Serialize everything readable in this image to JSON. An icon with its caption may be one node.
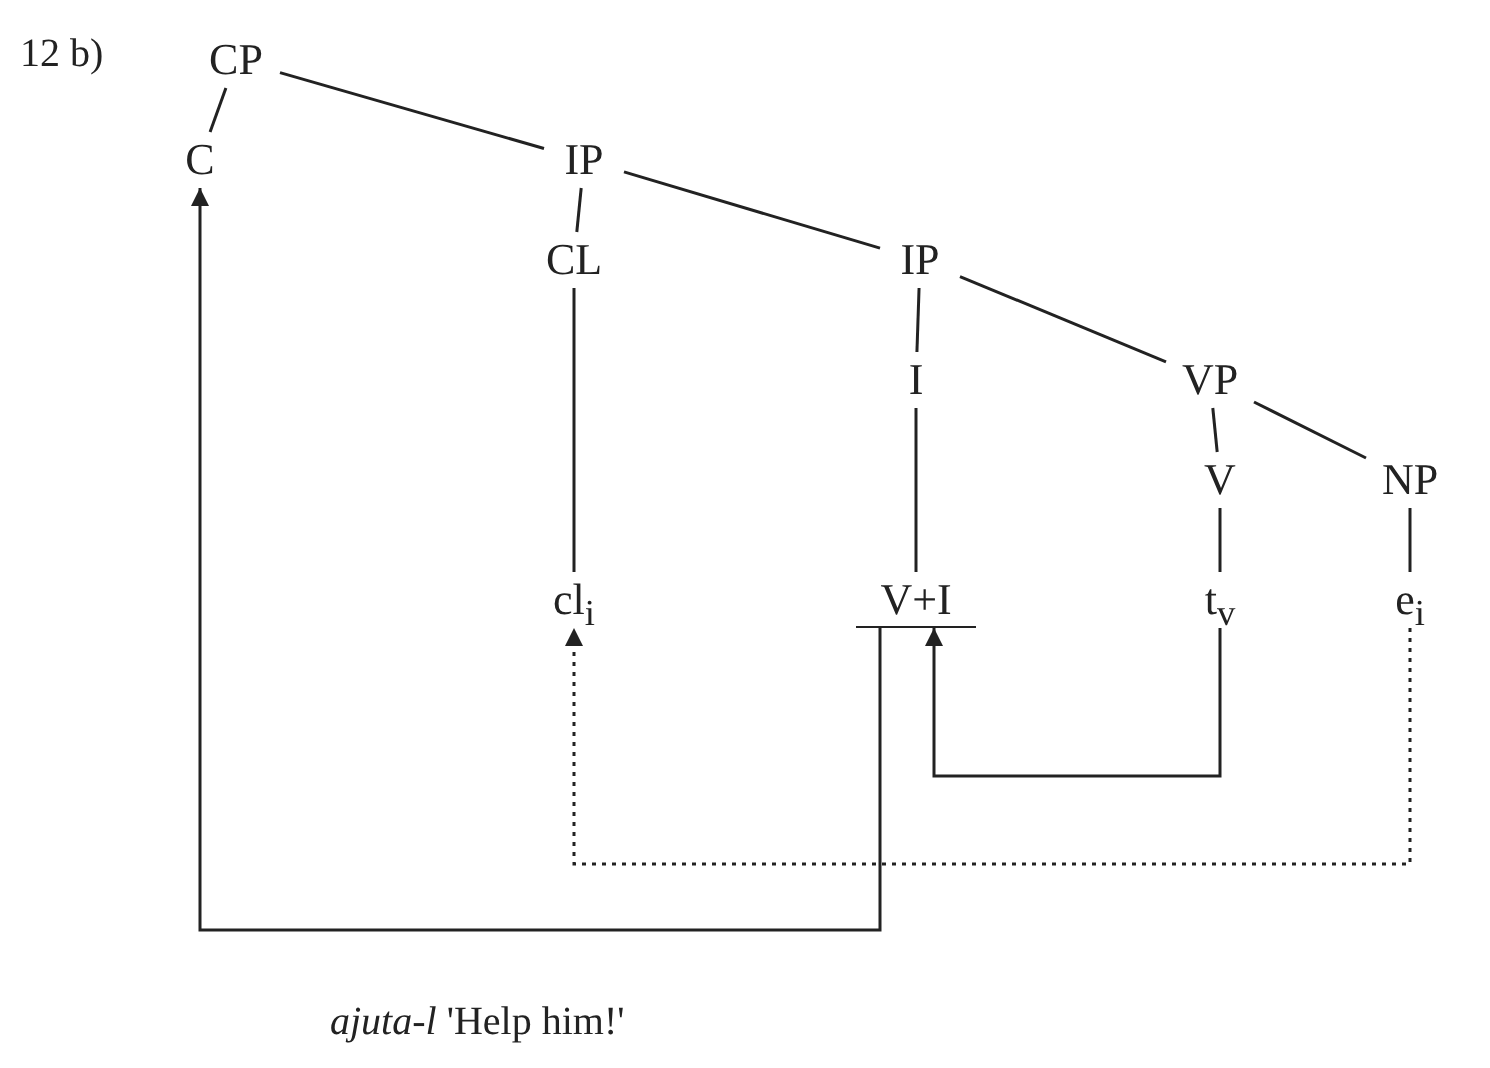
{
  "diagram": {
    "caption": "*ajuta-l*  'Help him!'",
    "nodes": [
      {
        "text": [
          "CP"
        ]
      },
      {
        "text": [
          "C"
        ]
      },
      {
        "text": [
          "IP"
        ]
      },
      {
        "text": [
          "CL"
        ]
      },
      {
        "text": [
          "IP"
        ]
      },
      {
        "text": [
          "I"
        ]
      },
      {
        "text": [
          "VP"
        ]
      },
      {
        "text": [
          "V"
        ]
      },
      {
        "text": [
          "NP"
        ]
      },
      {
        "text": [
          "cl$_{i}$"
        ]
      },
      {
        "text": [
          "V+I"
        ]
      },
      {
        "text": [
          "t$_{v}$"
        ]
      },
      {
        "text": [
          "e$_{i}$"
        ]
      }
    ],
    "edges": [
      {
        "from": 0,
        "to": 1,
        "arrow": "none"
      },
      {
        "from": 0,
        "to": 2,
        "arrow": "none"
      },
      {
        "from": 2,
        "to": 3,
        "arrow": "none"
      },
      {
        "from": 2,
        "to": 4,
        "arrow": "none"
      },
      {
        "from": 4,
        "to": 5,
        "arrow": "none"
      },
      {
        "from": 4,
        "to": 6,
        "arrow": "none"
      },
      {
        "from": 6,
        "to": 7,
        "arrow": "none"
      },
      {
        "from": 6,
        "to": 8,
        "arrow": "none"
      },
      {
        "from": 3,
        "to": 9,
        "arrow": "none"
      },
      {
        "from": 5,
        "to": 10,
        "arrow": "none"
      },
      {
        "from": 7,
        "to": 11,
        "arrow": "none"
      },
      {
        "from": 8,
        "to": 12,
        "arrow": "none"
      },
      {
        "from": 11,
        "to": 10,
        "arrow": "to"
      },
      {
        "from": 12,
        "to": 9,
        "arrow": "to",
        "style": "dashed"
      },
      {
        "from": 10,
        "to": 1,
        "arrow": "to"
      }
    ],
    "labels": [
      "12 b)"
    ]
  }
}
